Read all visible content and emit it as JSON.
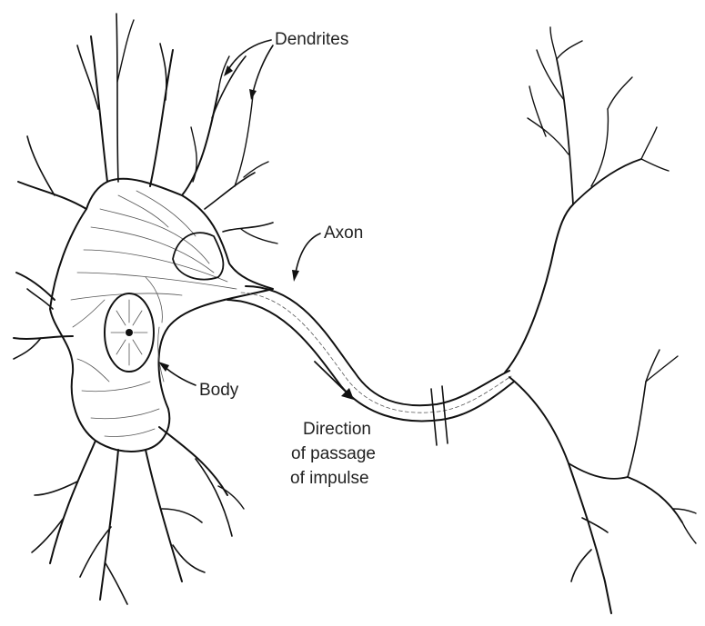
{
  "diagram": {
    "labels": {
      "dendrites": "Dendrites",
      "axon": "Axon",
      "body": "Body",
      "direction_line1": "Direction",
      "direction_line2": "of passage",
      "direction_line3": "of impulse"
    }
  }
}
